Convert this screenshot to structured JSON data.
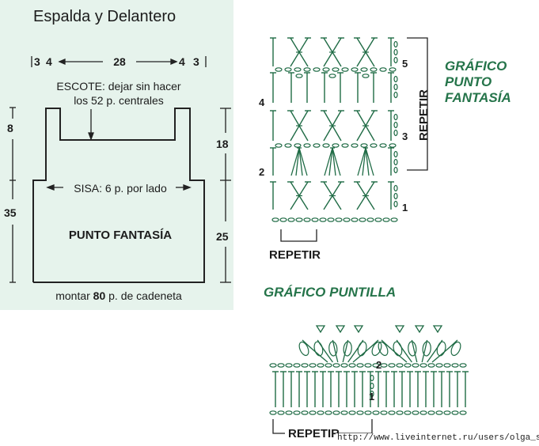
{
  "pattern": {
    "title": "Espalda y Delantero",
    "top_measure": {
      "left1": "3",
      "left2": "4",
      "center": "28",
      "right2": "4",
      "right1": "3"
    },
    "neckline": {
      "line1": "ESCOTE: dejar sin hacer",
      "line2": "los 52 p. centrales"
    },
    "armhole": "SISA: 6 p. por lado",
    "stitch": "PUNTO FANTASÍA",
    "cast_on": {
      "prefix": "montar",
      "count": "80",
      "suffix": "p. de cadeneta"
    },
    "left_measures": {
      "upper": "8",
      "lower": "35"
    },
    "right_measures": {
      "upper": "18",
      "lower": "25"
    }
  },
  "fantasy_chart": {
    "heading": [
      "GRÁFICO",
      "PUNTO",
      "FANTASÍA"
    ],
    "repeat_vertical": "REPETIR",
    "repeat_horizontal": "REPETIR",
    "row_numbers": [
      "1",
      "2",
      "3",
      "4",
      "5"
    ]
  },
  "edging_chart": {
    "heading": "GRÁFICO PUNTILLA",
    "repeat": "REPETIR",
    "row_numbers": [
      "1",
      "2"
    ]
  },
  "watermark": "http://www.liveinternet.ru/users/olga_san/",
  "colors": {
    "panel": "#e6f3ec",
    "heading": "#25744a",
    "symbol": "#1f6b45",
    "line": "#222222"
  }
}
